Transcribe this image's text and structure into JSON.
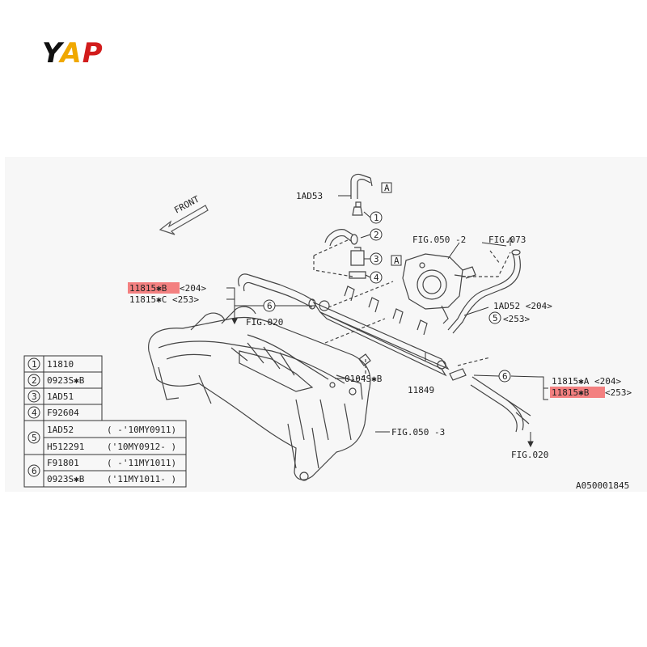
{
  "logo": {
    "y": "Y",
    "a": "A",
    "p": "P"
  },
  "diagram": {
    "front_label": "FRONT",
    "callouts": {
      "part_1ad53": "1AD53",
      "a_top": "A",
      "a_mid": "A",
      "fig050_2": "FIG.050 -2",
      "fig073": "FIG.073",
      "n1": "1",
      "n2": "2",
      "n3": "3",
      "n4": "4",
      "n5": "5",
      "n6_left": "6",
      "n6_right": "6",
      "left_b": "11815✱B",
      "left_b_code": "<204>",
      "left_c": "11815✱C <253>",
      "fig020_left": "FIG.020",
      "ad52": "1AD52 <204>",
      "ad52_code": "<253>",
      "s0104": "0104S✱B",
      "p11849": "11849",
      "right_a": "11815✱A <204>",
      "right_b": "11815✱B",
      "right_b_code": "<253>",
      "fig050_3": "FIG.050 -3",
      "fig020_right": "FIG.020",
      "doc_code": "A050001845"
    },
    "legend": [
      {
        "num": "1",
        "rows": [
          {
            "part": "11810",
            "note": ""
          }
        ]
      },
      {
        "num": "2",
        "rows": [
          {
            "part": "0923S✱B",
            "note": ""
          }
        ]
      },
      {
        "num": "3",
        "rows": [
          {
            "part": "1AD51",
            "note": ""
          }
        ]
      },
      {
        "num": "4",
        "rows": [
          {
            "part": "F92604",
            "note": ""
          }
        ]
      },
      {
        "num": "5",
        "rows": [
          {
            "part": "1AD52",
            "note": "( -'10MY0911)"
          },
          {
            "part": "H512291",
            "note": "('10MY0912- )"
          }
        ]
      },
      {
        "num": "6",
        "rows": [
          {
            "part": "F91801",
            "note": "( -'11MY1011)"
          },
          {
            "part": "0923S✱B",
            "note": "('11MY1011- )"
          }
        ]
      }
    ]
  }
}
